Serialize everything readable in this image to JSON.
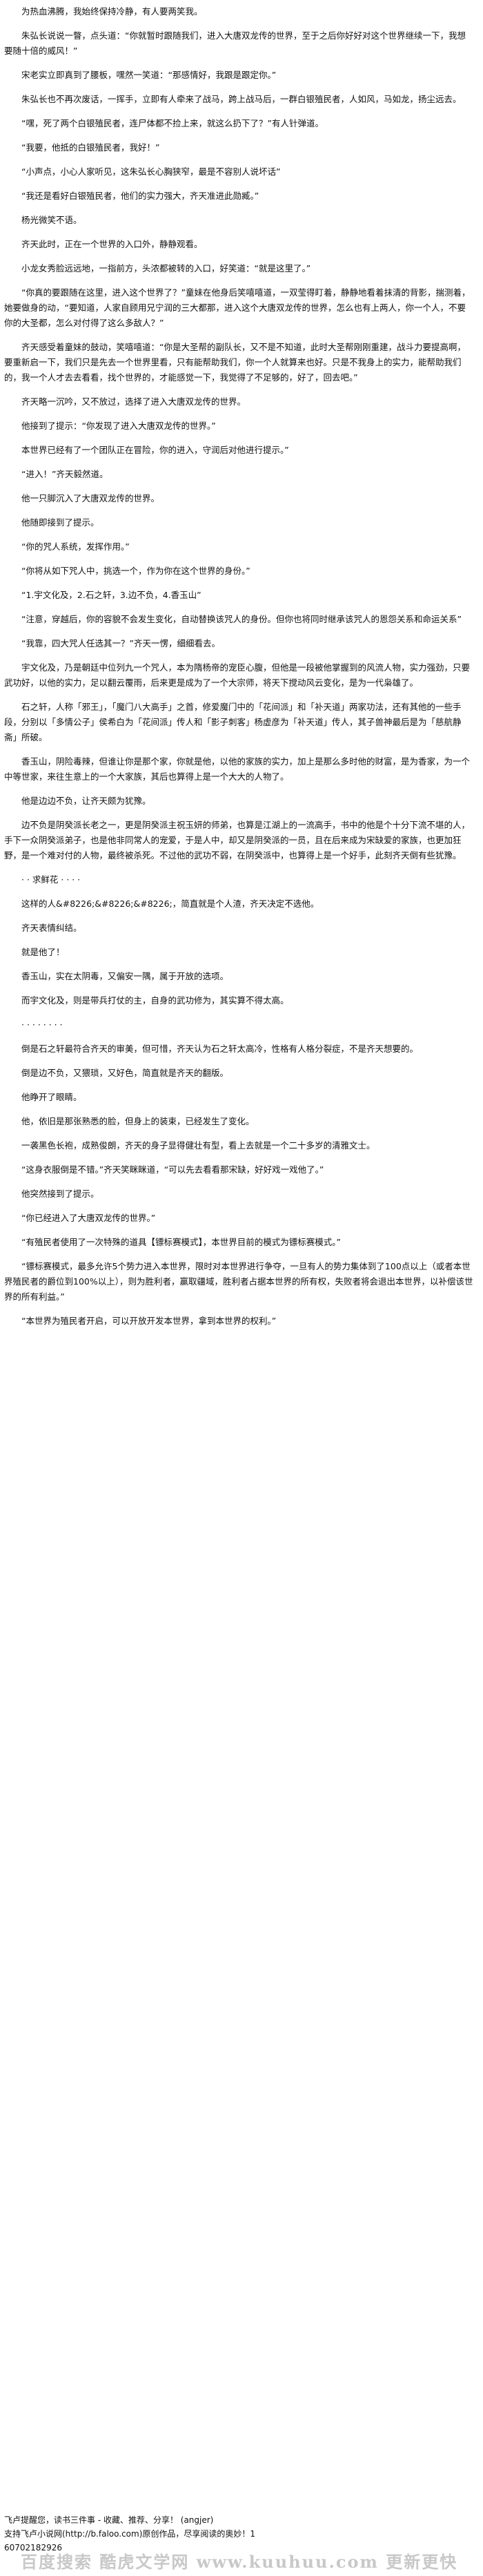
{
  "paragraphs": [
    "为热血沸腾，我始终保持冷静，有人要两笑我。",
    "朱弘长说说一瞥，点头道：“你就暂时跟随我们，进入大唐双龙传的世界，至于之后你好好对这个世界继续一下，我想要随十倍的威风！”",
    "宋老实立即真到了腰板，嘿然一笑道：“那感情好，我跟是跟定你。”",
    "朱弘长也不再次废话，一挥手，立即有人牵来了战马，跨上战马后，一群白银殖民者，人如风，马如龙，扬尘远去。",
    "“嘿，死了两个白银殖民者，连尸体都不捡上来，就这么扔下了？”有人针弹道。",
    "“我要，他抵的白银殖民者，我好！”",
    "“小声点，小心人家听见，这朱弘长心胸狭窄，最是不容别人说坏话”",
    "“我还是看好白银殖民者，他们的实力强大，齐天准进此勋臧。”",
    "杨光微笑不语。",
    "齐天此时，正在一个世界的入口外，静静观看。",
    "小龙女秀脸远远地，一指前方，头浓都被转的入口，好笑道：“就是这里了。”",
    "“你真的要跟随在这里，进入这个世界了？”童妹在他身后笑嘻嘻道，一双莹得盯着，静静地看着抹清的背影，揣测着，她要做身的动，“要知道，人家自顾用兄宁润的三大都那，进入这个大唐双龙传的世界，怎么也有上两人，你一个人，不要你的大圣都，怎么对付得了这么多敌人？”",
    "齐天感受着童妹的鼓动，笑嘻嘻道：“你是大圣帮的副队长，又不是不知道，此时大圣帮刚刚重建，战斗力要提高啊，要重新启一下，我们只是先去一个世界里看，只有能帮助我们，你一个人就算来也好。只是不我身上的实力，能帮助我们的，我一个人才去去看看，找个世界的，才能感觉一下，我觉得了不足够的，好了，回去吧。”",
    "齐天略一沉吟，又不放过，选择了进入大唐双龙传的世界。",
    "他接到了提示：“你发现了进入大唐双龙传的世界。”",
    "本世界已经有了一个团队正在冒险，你的进入，守润后对他进行提示。”",
    "“进入！”齐天毅然道。",
    "他一只脚沉入了大唐双龙传的世界。",
    "他随即接到了提示。",
    "“你的咒人系统，发挥作用。”",
    "“你将从如下咒人中，挑选一个，作为你在这个世界的身份。”",
    "“1.宇文化及，2.石之轩，3.边不负，4.香玉山”",
    "“注意，穿越后，你的容貌不会发生变化，自动替换该咒人的身份。但你也将同时继承该咒人的恩怨关系和命运关系”",
    "“我靠，四大咒人任选其一？”齐天一愣，细细看去。",
    "宇文化及，乃是朝廷中位列九一个咒人，本为隋杨帝的宠臣心腹，但他是一段被他掌握到的风流人物，实力强劲，只要武功好，以他的实力，足以翻云覆雨，后来更是成为了一个大宗师，将天下搅动风云变化，是为一代枭雄了。",
    "石之轩，人称「邪王」，「魔门八大高手」之首，修爱魔门中的「花间派」和「补天道」两家功法，还有其他的一些手段，分别以「多情公子」侯希白为「花间派」传人和「影子刺客」杨虚彦为「补天道」传人，其子兽神最后是为「慈航静斋」所破。",
    "香玉山，阴险毒辣，但谁让你是那个家，你就是他，以他的家族的实力，加上是那么多时他的财富，是为香家，为一个中等世家，来往生意上的一个大家族，其后也算得上是一个大大的人物了。",
    "他是边边不负，让齐天颇为犹豫。",
    "边不负是阴癸派长老之一，更是阴癸派主祝玉妍的师弟，也算是江湖上的一流高手，书中的他是个十分下流不堪的人，手下一众阴癸派弟子，也是他非同常人的宠爱，于是人中，却又是阴癸派的一员，且在后来成为宋缺爱的家族，也更加狂野，是一个难对付的人物，最终被杀死。不过他的武功不弱，在阴癸派中，也算得上是一个好手，此刻齐天倒有些犹豫。",
    "· · 求鲜花 · · · ·",
    "这样的人&#8226;&#8226;&#8226;，简直就是个人渣，齐天决定不选他。",
    "齐天表情纠结。",
    "就是他了！",
    "香玉山，实在太阴毒，又偏安一隅，属于开放的选项。",
    "而宇文化及，则是带兵打仗的主，自身的武功修为，其实算不得太高。",
    "· · · · · · · ·",
    "倒是石之轩最符合齐天的审美，但可惜，齐天认为石之轩太高冷，性格有人格分裂症，不是齐天想要的。",
    "倒是边不负，又猥琐，又好色，简直就是齐天的翻版。",
    "他睁开了眼睛。",
    "他，依旧是那张熟悉的脸，但身上的装束，已经发生了变化。",
    "一袭黑色长袍，成熟俊朗，齐天的身子显得健壮有型，看上去就是一个二十多岁的清雅文士。",
    "“这身衣服倒是不错。”齐天笑眯眯道，“可以先去看看那宋缺，好好戏一戏他了。”",
    "他突然接到了提示。",
    "“你已经进入了大唐双龙传的世界。”",
    "“有殖民者使用了一次特殊的道具【镖标赛模式】，本世界目前的模式为镖标赛模式。”",
    "“镖标赛模式，最多允许5个势力进入本世界，限时对本世界进行争夺，一旦有人的势力集体到了100点以上（或者本世界殖民者的爵位到100%以上），则为胜利者，赢取疆域，胜利者占据本世界的所有权，失败者将会退出本世界，以补偿该世界的所有利益。”",
    "“本世界为殖民者开启，可以开放开发本世界，拿到本世界的权利。”"
  ],
  "footer": {
    "line1": "飞卢提醒您，读书三件事 - 收藏、推荐、分享！ (angjer)",
    "line2": "支持飞卢小说网(http://b.faloo.com)原创作品，尽享阅读的奥妙！1",
    "line3": "60702182926"
  },
  "watermark": "百度搜索 酷虎文学网 www.kuuhuu.com 更新更快"
}
